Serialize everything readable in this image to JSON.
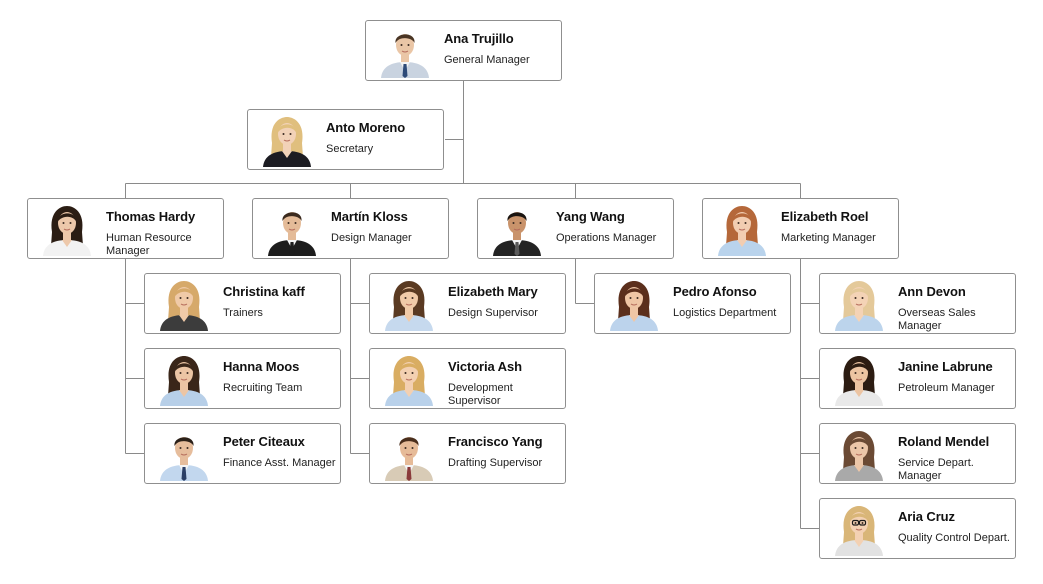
{
  "org_chart": {
    "nodes": [
      {
        "id": "ana",
        "name": "Ana Trujillo",
        "role": "General Manager",
        "parent": null,
        "avatar": {
          "gender": "male",
          "hair": "#4a3524",
          "skin": "#eac6a6",
          "suit": "#c9d3e0",
          "tie": "#2d4a78"
        }
      },
      {
        "id": "anto",
        "name": "Anto Moreno",
        "role": "Secretary",
        "parent": "ana",
        "avatar": {
          "gender": "female",
          "hair": "#e0bf7e",
          "skin": "#f2d2b8",
          "suit": "#1c1c22",
          "tie": null
        }
      },
      {
        "id": "thomas",
        "name": "Thomas Hardy",
        "role": "Human Resource Manager",
        "parent": "ana",
        "avatar": {
          "gender": "female",
          "hair": "#2b1d14",
          "skin": "#edc8aa",
          "suit": "#f2f2f2",
          "tie": null
        }
      },
      {
        "id": "martin",
        "name": "Martín Kloss",
        "role": "Design Manager",
        "parent": "ana",
        "avatar": {
          "gender": "male",
          "hair": "#3b2a1e",
          "skin": "#e4bb98",
          "suit": "#1d1d1d",
          "tie": "#1d1d1d"
        }
      },
      {
        "id": "yang",
        "name": "Yang Wang",
        "role": "Operations Manager",
        "parent": "ana",
        "avatar": {
          "gender": "male",
          "hair": "#1a1410",
          "skin": "#c9936b",
          "suit": "#232323",
          "tie": "#5a5a5a"
        }
      },
      {
        "id": "elizabeth_r",
        "name": "Elizabeth Roel",
        "role": "Marketing Manager",
        "parent": "ana",
        "avatar": {
          "gender": "female",
          "hair": "#b5683a",
          "skin": "#f2cdb1",
          "suit": "#b9d3ec",
          "tie": null
        }
      },
      {
        "id": "christina",
        "name": "Christina kaff",
        "role": "Trainers",
        "parent": "thomas",
        "avatar": {
          "gender": "female",
          "hair": "#d6a96a",
          "skin": "#f0caa8",
          "suit": "#3c3c3c",
          "tie": null
        }
      },
      {
        "id": "hanna",
        "name": "Hanna Moos",
        "role": "Recruiting Team",
        "parent": "thomas",
        "avatar": {
          "gender": "female",
          "hair": "#3a2619",
          "skin": "#ecc5a4",
          "suit": "#b7cfe8",
          "tie": null
        }
      },
      {
        "id": "peter",
        "name": "Peter Citeaux",
        "role": "Finance Asst. Manager",
        "parent": "thomas",
        "avatar": {
          "gender": "male",
          "hair": "#2b2018",
          "skin": "#e6bd9c",
          "suit": "#c2d7ee",
          "tie": "#2b3f66"
        }
      },
      {
        "id": "elizabeth_m",
        "name": "Elizabeth Mary",
        "role": "Design Supervisor",
        "parent": "martin",
        "avatar": {
          "gender": "female",
          "hair": "#5a3a22",
          "skin": "#f0caa8",
          "suit": "#c6d9ee",
          "tie": null
        }
      },
      {
        "id": "victoria",
        "name": "Victoria Ash",
        "role": "Development Supervisor",
        "parent": "martin",
        "avatar": {
          "gender": "female",
          "hair": "#d9ad62",
          "skin": "#f3d0b1",
          "suit": "#b9d1ea",
          "tie": null
        }
      },
      {
        "id": "francisco",
        "name": "Francisco Yang",
        "role": "Drafting Supervisor",
        "parent": "martin",
        "avatar": {
          "gender": "male",
          "hair": "#4a2e1c",
          "skin": "#e6bb98",
          "suit": "#d8cbb6",
          "tie": "#8a3b3b"
        }
      },
      {
        "id": "pedro",
        "name": "Pedro Afonso",
        "role": "Logistics Department",
        "parent": "yang",
        "avatar": {
          "gender": "female",
          "hair": "#5b2f1c",
          "skin": "#efc6a5",
          "suit": "#bcd3ec",
          "tie": null
        }
      },
      {
        "id": "ann",
        "name": "Ann Devon",
        "role": "Overseas Sales Manager",
        "parent": "elizabeth_r",
        "avatar": {
          "gender": "female",
          "hair": "#e4c99a",
          "skin": "#f4d3b6",
          "suit": "#bcd4ec",
          "tie": null
        }
      },
      {
        "id": "janine",
        "name": "Janine Labrune",
        "role": "Petroleum Manager",
        "parent": "elizabeth_r",
        "avatar": {
          "gender": "female",
          "hair": "#2c1c12",
          "skin": "#ecc4a2",
          "suit": "#e9e9e9",
          "tie": null
        }
      },
      {
        "id": "roland",
        "name": "Roland Mendel",
        "role": "Service Depart. Manager",
        "parent": "elizabeth_r",
        "avatar": {
          "gender": "female",
          "hair": "#6b4a34",
          "skin": "#ecc6a8",
          "suit": "#a9a9a9",
          "tie": null
        }
      },
      {
        "id": "aria",
        "name": "Aria Cruz",
        "role": "Quality Control Depart.",
        "parent": "elizabeth_r",
        "avatar": {
          "gender": "female",
          "hair": "#d9b678",
          "skin": "#f3d1b3",
          "suit": "#e2e2e2",
          "tie": null,
          "glasses": true
        }
      }
    ],
    "style": {
      "connector_color": "#8a8a8a",
      "node_border_color": "#8f8f8f",
      "background": "#ffffff"
    }
  }
}
